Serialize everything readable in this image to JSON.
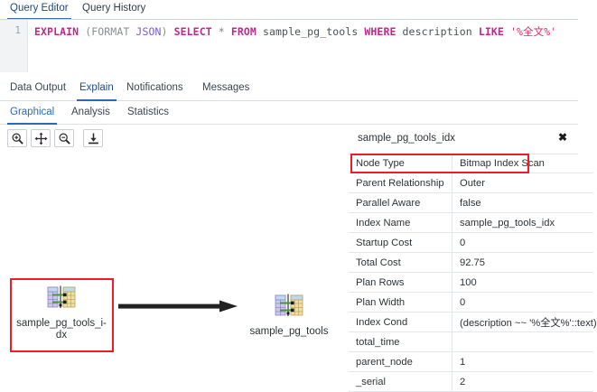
{
  "top_tabs": [
    {
      "label": "Query Editor",
      "active": true
    },
    {
      "label": "Query History",
      "active": false
    }
  ],
  "editor": {
    "line_number": "1",
    "tokens": [
      {
        "text": "EXPLAIN",
        "cls": "kw"
      },
      {
        "text": " ",
        "cls": "id"
      },
      {
        "text": "(",
        "cls": "paren"
      },
      {
        "text": "FORMAT",
        "cls": "fn"
      },
      {
        "text": " ",
        "cls": "id"
      },
      {
        "text": "JSON",
        "cls": "typ"
      },
      {
        "text": ")",
        "cls": "paren"
      },
      {
        "text": " ",
        "cls": "id"
      },
      {
        "text": "SELECT",
        "cls": "kw"
      },
      {
        "text": " ",
        "cls": "id"
      },
      {
        "text": "*",
        "cls": "op"
      },
      {
        "text": " ",
        "cls": "id"
      },
      {
        "text": "FROM",
        "cls": "kw"
      },
      {
        "text": " ",
        "cls": "id"
      },
      {
        "text": "sample_pg_tools",
        "cls": "id"
      },
      {
        "text": " ",
        "cls": "id"
      },
      {
        "text": "WHERE",
        "cls": "kw"
      },
      {
        "text": " ",
        "cls": "id"
      },
      {
        "text": "description",
        "cls": "id"
      },
      {
        "text": " ",
        "cls": "id"
      },
      {
        "text": "LIKE",
        "cls": "kw"
      },
      {
        "text": " ",
        "cls": "id"
      },
      {
        "text": "'%全文%'",
        "cls": "str"
      }
    ],
    "full_text": "EXPLAIN (FORMAT JSON) SELECT * FROM sample_pg_tools WHERE description LIKE '%全文%'"
  },
  "result_tabs": [
    {
      "label": "Data Output",
      "active": false
    },
    {
      "label": "Explain",
      "active": true
    },
    {
      "label": "Notifications",
      "active": false
    },
    {
      "label": "Messages",
      "active": false
    }
  ],
  "sub_tabs": [
    {
      "label": "Graphical",
      "active": true
    },
    {
      "label": "Analysis",
      "active": false
    },
    {
      "label": "Statistics",
      "active": false
    }
  ],
  "toolbar": [
    {
      "icon": "zoom-in-icon",
      "title": "Zoom in"
    },
    {
      "icon": "move-icon",
      "title": "Zoom to fit"
    },
    {
      "icon": "zoom-out-icon",
      "title": "Zoom out"
    },
    {
      "icon": "download-icon",
      "title": "Download"
    }
  ],
  "graph": {
    "nodes": [
      {
        "id": "idx",
        "label": "sample_pg_tools_i-\ndx",
        "icon": "bitmap-index-scan-icon",
        "highlighted": true
      },
      {
        "id": "rel",
        "label": "sample_pg_tools",
        "icon": "bitmap-heap-scan-icon",
        "highlighted": false
      }
    ],
    "edge": {
      "from": "idx",
      "to": "rel",
      "icon": "arrow-right-icon"
    }
  },
  "detail": {
    "title": "sample_pg_tools_idx",
    "close_label": "✖",
    "rows": [
      {
        "key": "Node Type",
        "value": "Bitmap Index Scan",
        "highlighted": true
      },
      {
        "key": "Parent Relationship",
        "value": "Outer",
        "highlighted": false
      },
      {
        "key": "Parallel Aware",
        "value": "false",
        "highlighted": false
      },
      {
        "key": "Index Name",
        "value": "sample_pg_tools_idx",
        "highlighted": false
      },
      {
        "key": "Startup Cost",
        "value": "0",
        "highlighted": false
      },
      {
        "key": "Total Cost",
        "value": "92.75",
        "highlighted": false
      },
      {
        "key": "Plan Rows",
        "value": "100",
        "highlighted": false
      },
      {
        "key": "Plan Width",
        "value": "0",
        "highlighted": false
      },
      {
        "key": "Index Cond",
        "value": "(description ~~ '%全文%'::text)",
        "highlighted": false
      },
      {
        "key": "total_time",
        "value": "",
        "highlighted": false
      },
      {
        "key": "parent_node",
        "value": "1",
        "highlighted": false
      },
      {
        "key": "_serial",
        "value": "2",
        "highlighted": false
      }
    ]
  },
  "colors": {
    "accent": "#2b6cb0",
    "highlight": "#ee1c25",
    "keyword": "#c0278c",
    "string": "#d6305d",
    "type": "#7a5bd6"
  }
}
